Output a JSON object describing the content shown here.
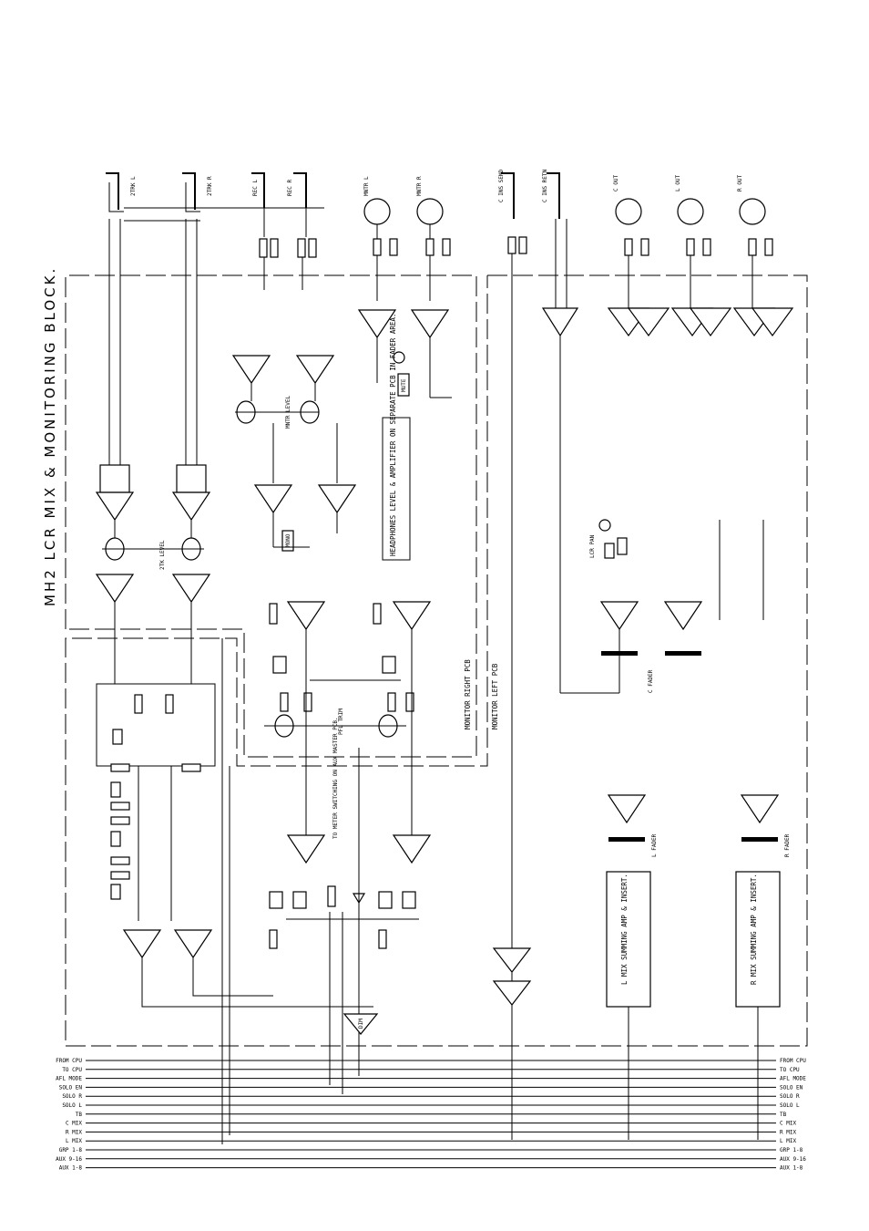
{
  "title": "MH2 LCR MIX & MONITORING BLOCK.",
  "inputs_top": {
    "twotrack_l": "2TRK L",
    "twotrack_r": "2TRK R",
    "rec_l": "REC L",
    "rec_r": "REC R",
    "mntr_l": "MNTR L",
    "mntr_r": "MNTR R",
    "c_ins_send": "C INS SEND",
    "c_ins_retn": "C INS RETN",
    "c_out": "C OUT",
    "l_out": "L OUT",
    "r_out": "R OUT"
  },
  "labels": {
    "twotrack_level": "2TK LEVEL",
    "mntr_level": "MNTR LEVEL",
    "headphones_note": "HEADPHONES LEVEL & AMPLIFIER ON SEPARATE PCB IN FADER AREA.",
    "monitor_right_pcb": "MONITOR RIGHT PCB",
    "monitor_left_pcb": "MONITOR LEFT PCB",
    "pfl_trim": "PFL TRIM",
    "meter_note": "TO METER SWITCHING ON AUX MASTER PCB.",
    "c_fader": "C FADER",
    "l_fader": "L FADER",
    "r_fader": "R FADER",
    "l_mix": "L MIX SUMMING AMP & INSERT.",
    "r_mix": "R MIX SUMMING AMP & INSERT.",
    "lcr_pan": "LCR PAN",
    "mute": "MUTE",
    "mono": "MONO",
    "dim": "DIM"
  },
  "bus_labels": [
    "FROM CPU",
    "TO CPU",
    "AFL MODE",
    "SOLO EN",
    "SOLO R",
    "SOLO L",
    "TB",
    "C MIX",
    "R MIX",
    "L MIX",
    "GRP 1-8",
    "AUX 9-16",
    "AUX 1-8"
  ]
}
